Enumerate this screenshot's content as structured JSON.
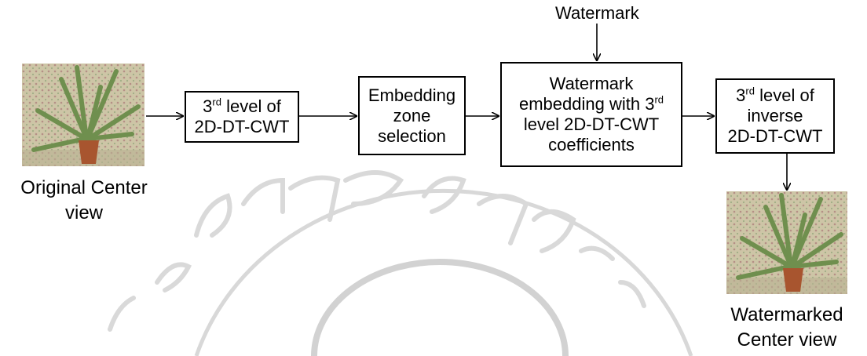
{
  "images": {
    "original_caption": [
      "Original Center",
      "view"
    ],
    "watermarked_caption": [
      "Watermarked",
      "Center view"
    ]
  },
  "boxes": {
    "dtcwt": {
      "pre": "3",
      "sup": "rd",
      "line1_rest": " level of",
      "line2": "2D-DT-CWT"
    },
    "zone": [
      "Embedding",
      "zone",
      "selection"
    ],
    "embedding": {
      "line1": "Watermark",
      "line2_pre": "embedding with 3",
      "line2_sup": "rd",
      "line3": "level 2D-DT-CWT",
      "line4": "coefficients"
    },
    "inverse": {
      "pre": "3",
      "sup": "rd",
      "line1_rest": " level of",
      "line2": "inverse",
      "line3": "2D-DT-CWT"
    }
  },
  "watermark_input_label": "Watermark",
  "colors": {
    "box_border": "#000000",
    "arrow": "#000000",
    "background_watermark": "#cfcfcf",
    "photo_fabric": "#c9c2a4",
    "plant_green": "#6f8f4e",
    "pot": "#a8552f"
  }
}
